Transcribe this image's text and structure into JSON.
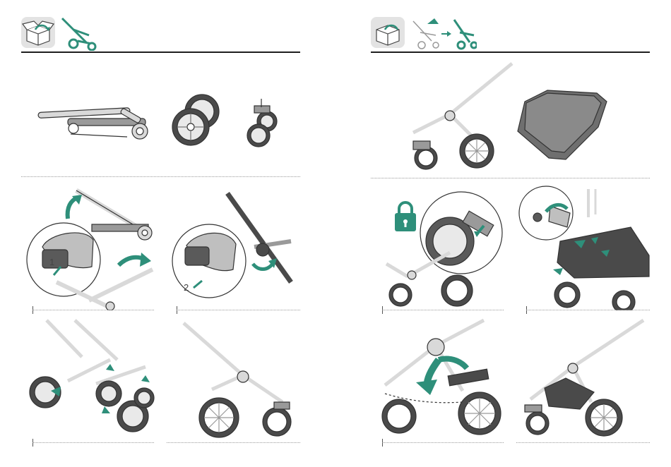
{
  "colors": {
    "accent": "#2e8f7a",
    "line": "#333333",
    "frame": "#d9d9d9",
    "dark": "#4a4a4a",
    "rule": "#1e1e1e"
  },
  "left_page": {
    "header_icons": [
      "box-open-icon",
      "stroller-frame-icon"
    ],
    "steps": [
      {
        "icons": [
          "folded-frame-part",
          "rear-wheels-part",
          "front-wheels-part"
        ]
      },
      {
        "icons": [
          "unfold-frame-illustration"
        ],
        "callout_text": "1"
      },
      {
        "icons": [
          "lock-frame-illustration"
        ],
        "callout_text": "2"
      },
      {
        "icons": [
          "attach-wheels-illustration"
        ]
      },
      {
        "icons": [
          "assembled-frame-illustration"
        ]
      }
    ]
  },
  "right_page": {
    "header_icons": [
      "box-open-icon",
      "frame-outline-icon",
      "arrow-right-icon",
      "frame-assembled-icon"
    ],
    "steps": [
      {
        "icons": [
          "frame-illustration",
          "seat-fabric-part"
        ]
      },
      {
        "icons": [
          "lock-icon",
          "wheel-brake-detail"
        ]
      },
      {
        "icons": [
          "attach-seat-fabric-illustration"
        ]
      },
      {
        "icons": [
          "fold-footrest-illustration"
        ]
      },
      {
        "icons": [
          "completed-base-illustration"
        ]
      }
    ]
  }
}
